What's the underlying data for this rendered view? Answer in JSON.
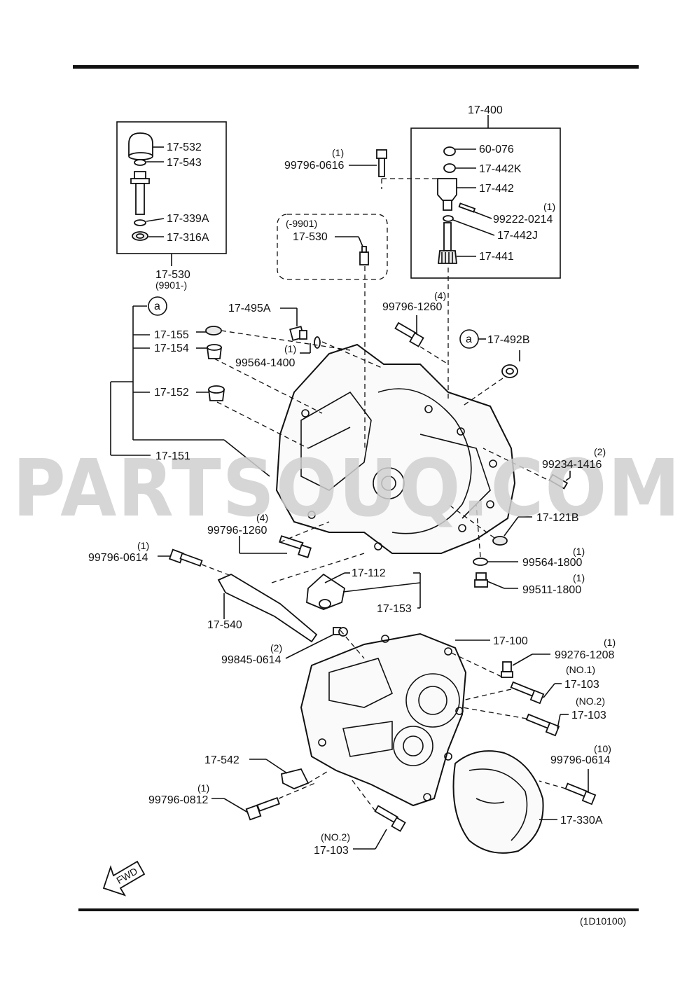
{
  "watermark": "PARTSOUQ.COM",
  "code": "(1D10100)",
  "fwd": "FWD",
  "labels": {
    "l_17_400": "17-400",
    "l_60_076": "60-076",
    "l_17_442K": "17-442K",
    "l_17_442": "17-442",
    "l_99222_q": "(1)",
    "l_99222": "99222-0214",
    "l_17_442J": "17-442J",
    "l_17_441": "17-441",
    "l_17_532": "17-532",
    "l_17_543": "17-543",
    "l_17_339A": "17-339A",
    "l_17_316A": "17-316A",
    "l_17_530b": "17-530",
    "l_9901b": "(9901-)",
    "l_0616_q": "(1)",
    "l_0616": "99796-0616",
    "l_9901a": "(-9901)",
    "l_17_530a": "17-530",
    "l_a1": "a",
    "l_a2": "a",
    "l_17_495A": "17-495A",
    "l_1400_q": "(1)",
    "l_1400": "99564-1400",
    "l_1260a_q": "(4)",
    "l_1260a": "99796-1260",
    "l_17_492B": "17-492B",
    "l_17_155": "17-155",
    "l_17_154": "17-154",
    "l_17_152": "17-152",
    "l_17_151": "17-151",
    "l_1416_q": "(2)",
    "l_1416": "99234-1416",
    "l_17_121B": "17-121B",
    "l_1260b_q": "(4)",
    "l_1260b": "99796-1260",
    "l_0614a_q": "(1)",
    "l_0614a": "99796-0614",
    "l_1800a_q": "(1)",
    "l_1800a": "99564-1800",
    "l_1800b_q": "(1)",
    "l_1800b": "99511-1800",
    "l_17_112": "17-112",
    "l_17_153": "17-153",
    "l_17_540": "17-540",
    "l_0614b_q": "(2)",
    "l_0614b": "99845-0614",
    "l_17_100": "17-100",
    "l_1208_q": "(1)",
    "l_1208": "99276-1208",
    "l_no1": "(NO.1)",
    "l_17_103a": "17-103",
    "l_no2a": "(NO.2)",
    "l_17_103b": "17-103",
    "l_0614c_q": "(10)",
    "l_0614c": "99796-0614",
    "l_17_542": "17-542",
    "l_0812_q": "(1)",
    "l_0812": "99796-0812",
    "l_17_330A": "17-330A",
    "l_no2b": "(NO.2)",
    "l_17_103c": "17-103"
  }
}
